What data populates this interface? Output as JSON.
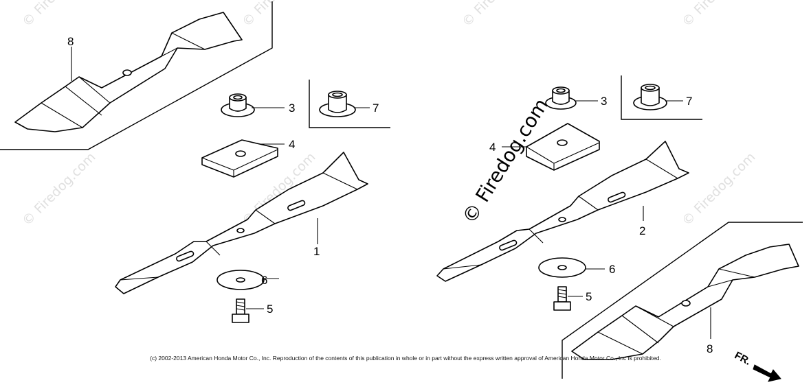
{
  "callouts": {
    "left_blade_upper": "8",
    "left_nut": "3",
    "left_bushing": "7",
    "left_plate": "4",
    "left_blade": "1",
    "left_washer": "6",
    "left_bolt": "5",
    "right_nut": "3",
    "right_bushing": "7",
    "right_plate": "4",
    "right_blade": "2",
    "right_washer": "6",
    "right_bolt": "5",
    "right_blade_lower": "8"
  },
  "watermarks": {
    "small": "© Firedog.com",
    "large": "© Firedog.com"
  },
  "direction_label": "FR.",
  "copyright": "(c) 2002-2013 American Honda Motor Co., Inc. Reproduction of the contents of this publication in whole or in part without the express written approval of American Honda Motor Co., Inc is prohibited."
}
